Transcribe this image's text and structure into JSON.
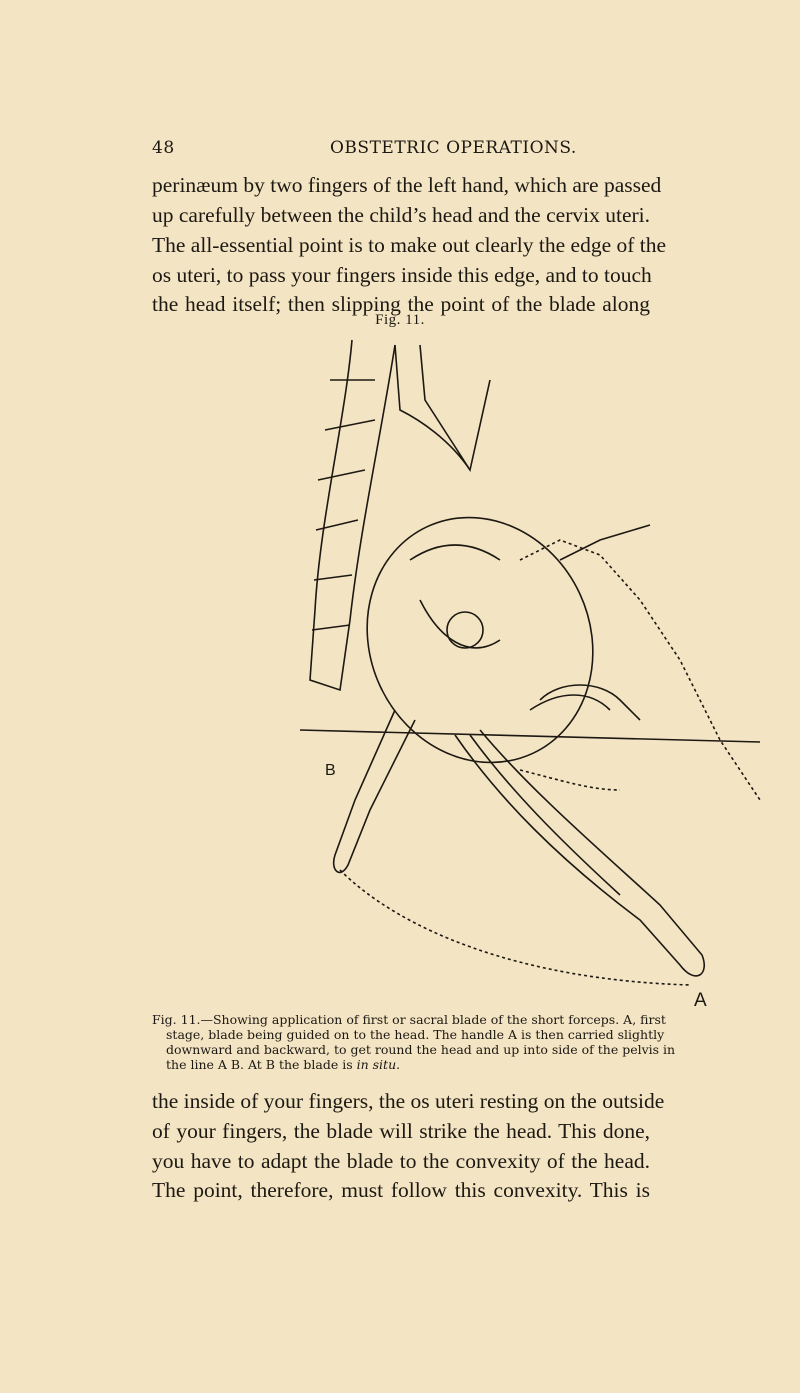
{
  "header": {
    "page_number": "48",
    "running_title": "OBSTETRIC OPERATIONS."
  },
  "body_top": [
    "perinæum by two fingers of the left hand, which are passed",
    "up carefully between the child’s head and the cervix uteri.",
    "The all-essential point is to make out clearly the edge of the",
    "os uteri, to pass your fingers inside this edge, and to touch",
    "the head itself; then slipping the point of the blade along"
  ],
  "figure": {
    "label": "Fig. 11.",
    "point_labels": {
      "b": "B",
      "a": "A"
    },
    "caption": [
      "Fig. 11.—Showing application of first or sacral blade of the short forceps. A, first",
      "stage, blade being guided on to the head. The handle A is then carried slightly",
      "downward and backward, to get round the head and up into side of the pelvis in"
    ],
    "caption_last_prefix": "the line A B.  At B the blade is ",
    "caption_last_italic": "in situ."
  },
  "body_bottom": [
    "the inside of your fingers, the os uteri resting on the outside",
    "of your fingers, the blade will strike the head. This done,",
    "you have to adapt the blade to the convexity of the head.",
    "The point, therefore, must follow this convexity. This is"
  ]
}
